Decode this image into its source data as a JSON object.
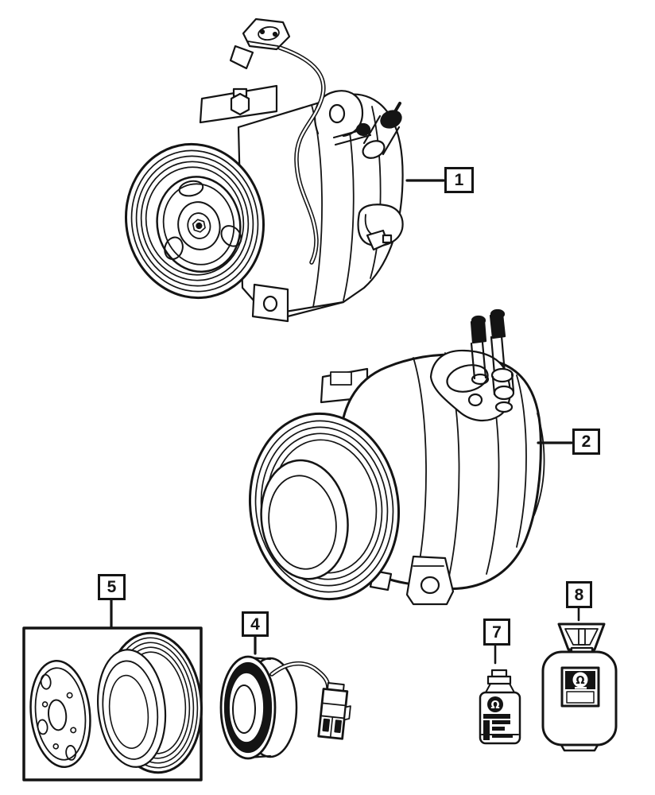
{
  "canvas": {
    "background": "#ffffff",
    "line_color": "#141414"
  },
  "icons": {
    "mopar_omega": "Ω"
  },
  "callouts": {
    "c1": {
      "number": "1",
      "part": "ac-compressor"
    },
    "c2": {
      "number": "2",
      "part": "ac-compressor-variant"
    },
    "c5": {
      "number": "5",
      "part": "pulley-and-clutch-plate-kit"
    },
    "c4": {
      "number": "4",
      "part": "clutch-coil"
    },
    "c7": {
      "number": "7",
      "part": "compressor-oil-bottle"
    },
    "c8": {
      "number": "8",
      "part": "refrigerant-jug"
    }
  }
}
